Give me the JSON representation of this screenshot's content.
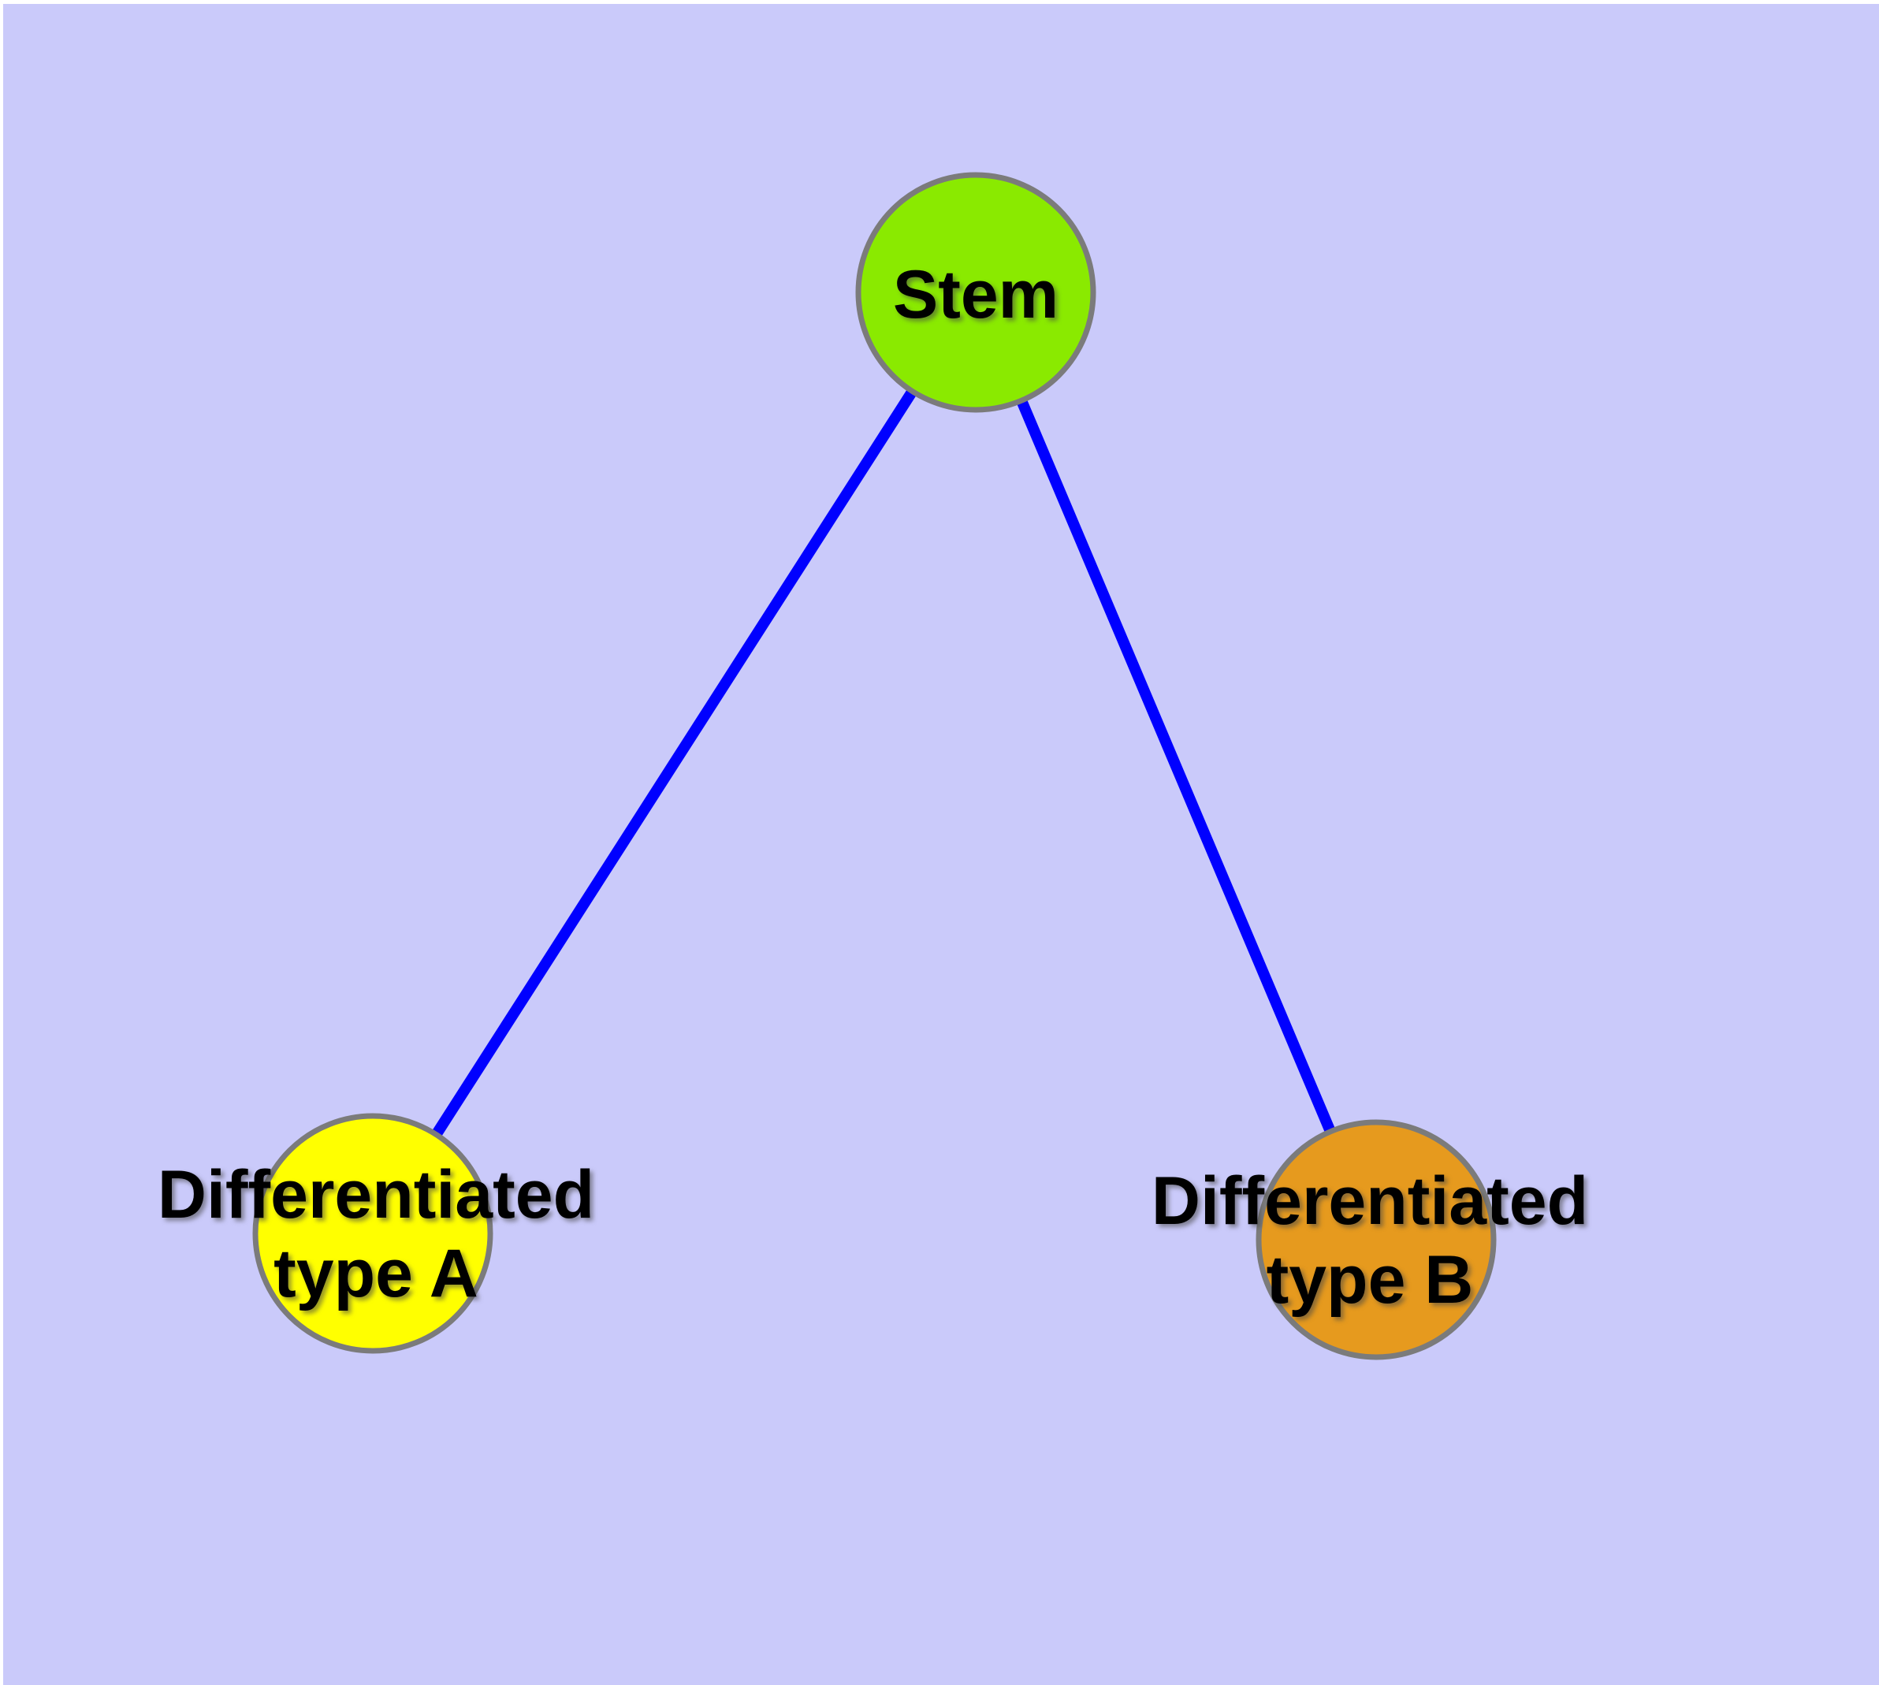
{
  "diagram": {
    "title": "",
    "colors": {
      "background": "#CACAFA",
      "margin": "#FFFFFF",
      "edge": "#0000FF",
      "node_border": "#7B7B7B",
      "label_text": "#000000",
      "stem_fill": "#8AEA00",
      "type_a_fill": "#FFFF00",
      "type_b_fill": "#E69A1E"
    },
    "nodes": [
      {
        "id": "stem",
        "label": "Stem",
        "label_line1": "Stem",
        "label_line2": "",
        "fill": "#8AEA00"
      },
      {
        "id": "differentiated-type-a",
        "label": "Differentiated type A",
        "label_line1": "Differentiated",
        "label_line2": "type A",
        "fill": "#FFFF00"
      },
      {
        "id": "differentiated-type-b",
        "label": "Differentiated type B",
        "label_line1": "Differentiated",
        "label_line2": "type B",
        "fill": "#E69A1E"
      }
    ],
    "edges": [
      {
        "from": "Stem",
        "to": "Differentiated type A"
      },
      {
        "from": "Stem",
        "to": "Differentiated type B"
      }
    ]
  }
}
